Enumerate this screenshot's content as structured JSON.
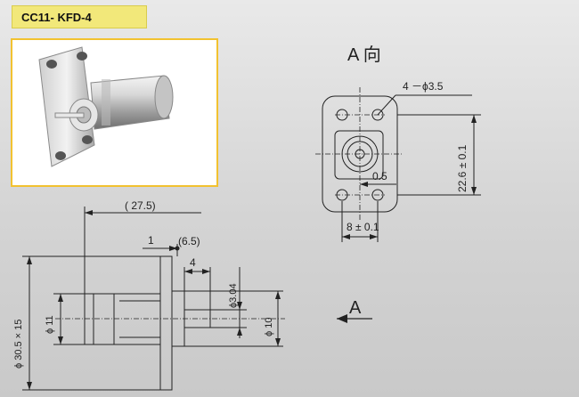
{
  "product_code": "CC11- KFD-4",
  "view_a": {
    "title": "A 向",
    "hole_spec": "4 －ϕ3.5",
    "offset": "0.5",
    "height_dim": "22.6 ± 0.1",
    "width_dim": "8 ± 0.1"
  },
  "side_view": {
    "overall_length": "( 27.5)",
    "flange_thickness": "1",
    "ref_length": "(6.5)",
    "pin_length": "4",
    "flange_dim": "ϕ 30.5 × 15",
    "body_dia": "ϕ 11",
    "pin_dia": "ϕ3.04",
    "insulator_dia": "ϕ 10",
    "arrow_label": "A"
  }
}
